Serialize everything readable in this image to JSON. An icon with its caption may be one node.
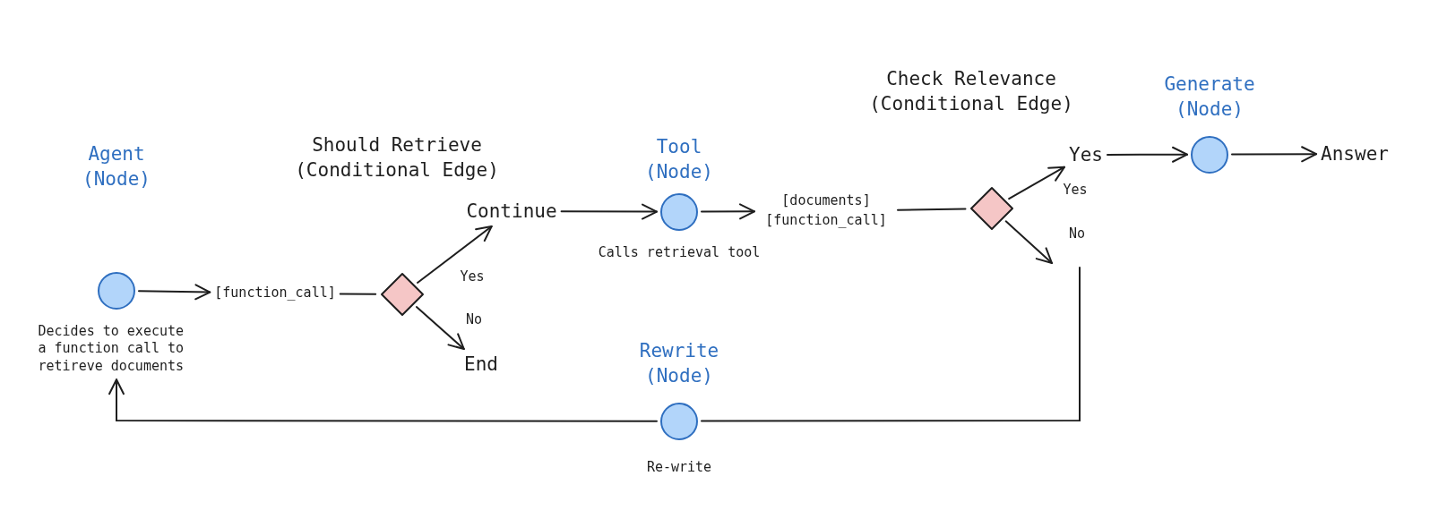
{
  "diagram": {
    "nodes": [
      {
        "text": [
          "Agent (Node)",
          "Decides to execute a function call to retireve documents"
        ]
      },
      {
        "text": [
          "[function_call]"
        ]
      },
      {
        "text": [],
        "shape": "diamond"
      },
      {
        "text": [
          "Continue"
        ]
      },
      {
        "text": [
          "End"
        ]
      },
      {
        "text": [
          "Tool (Node)",
          "Calls retrieval tool"
        ]
      },
      {
        "text": [
          "[documents] [function_call]"
        ]
      },
      {
        "text": [],
        "shape": "diamond"
      },
      {
        "text": [
          "Yes"
        ]
      },
      {
        "text": [
          "Generate (Node)"
        ]
      },
      {
        "text": [
          "Answer"
        ]
      },
      {
        "text": [
          "Rewrite (Node)",
          "Re-write"
        ]
      }
    ],
    "edges": [
      {
        "from": 0,
        "to": 1,
        "arrow": "to"
      },
      {
        "from": 1,
        "to": 2,
        "arrow": "none"
      },
      {
        "from": 2,
        "to": 3,
        "arrow": "to",
        "label": "Yes"
      },
      {
        "from": 2,
        "to": 4,
        "arrow": "to",
        "label": "No"
      },
      {
        "from": 3,
        "to": 5,
        "arrow": "to"
      },
      {
        "from": 5,
        "to": 6,
        "arrow": "to"
      },
      {
        "from": 6,
        "to": 7,
        "arrow": "none"
      },
      {
        "from": 7,
        "to": 8,
        "arrow": "to",
        "label": "Yes"
      },
      {
        "from": 7,
        "to": null,
        "arrow": "to",
        "label": "No"
      },
      {
        "from": null,
        "to": 11,
        "arrow": "none"
      },
      {
        "from": 11,
        "to": 0,
        "arrow": "to"
      },
      {
        "from": 8,
        "to": 9,
        "arrow": "to"
      },
      {
        "from": 9,
        "to": 10,
        "arrow": "to"
      }
    ],
    "labels": [
      "Should Retrieve (Conditional Edge)",
      "Check Relevance (Conditional Edge)"
    ]
  }
}
